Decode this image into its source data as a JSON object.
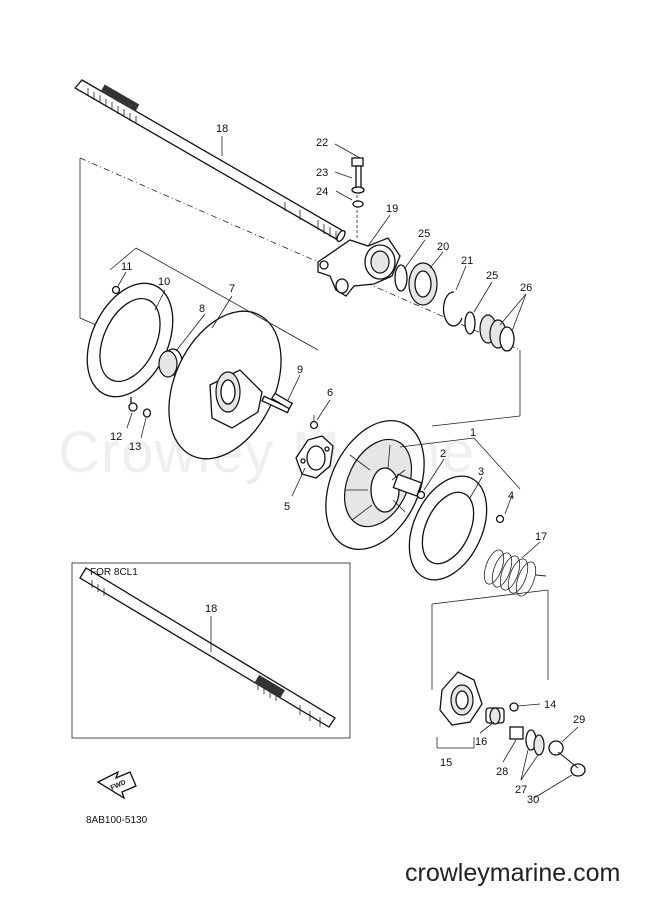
{
  "watermark": "Crowley Marine",
  "site_text": "crowleymarine.com",
  "figure_code": "8AB100-5130",
  "variant_note": "FOR 8CL1",
  "direction_arrow": "FWD",
  "callouts": [
    {
      "num": "18"
    },
    {
      "num": "22"
    },
    {
      "num": "23"
    },
    {
      "num": "24"
    },
    {
      "num": "19"
    },
    {
      "num": "25"
    },
    {
      "num": "20"
    },
    {
      "num": "21"
    },
    {
      "num": "25"
    },
    {
      "num": "26"
    },
    {
      "num": "11"
    },
    {
      "num": "10"
    },
    {
      "num": "7"
    },
    {
      "num": "8"
    },
    {
      "num": "9"
    },
    {
      "num": "6"
    },
    {
      "num": "12"
    },
    {
      "num": "13"
    },
    {
      "num": "5"
    },
    {
      "num": "1"
    },
    {
      "num": "2"
    },
    {
      "num": "3"
    },
    {
      "num": "4"
    },
    {
      "num": "17"
    },
    {
      "num": "18"
    },
    {
      "num": "14"
    },
    {
      "num": "29"
    },
    {
      "num": "16"
    },
    {
      "num": "15"
    },
    {
      "num": "28"
    },
    {
      "num": "27"
    },
    {
      "num": "30"
    }
  ]
}
